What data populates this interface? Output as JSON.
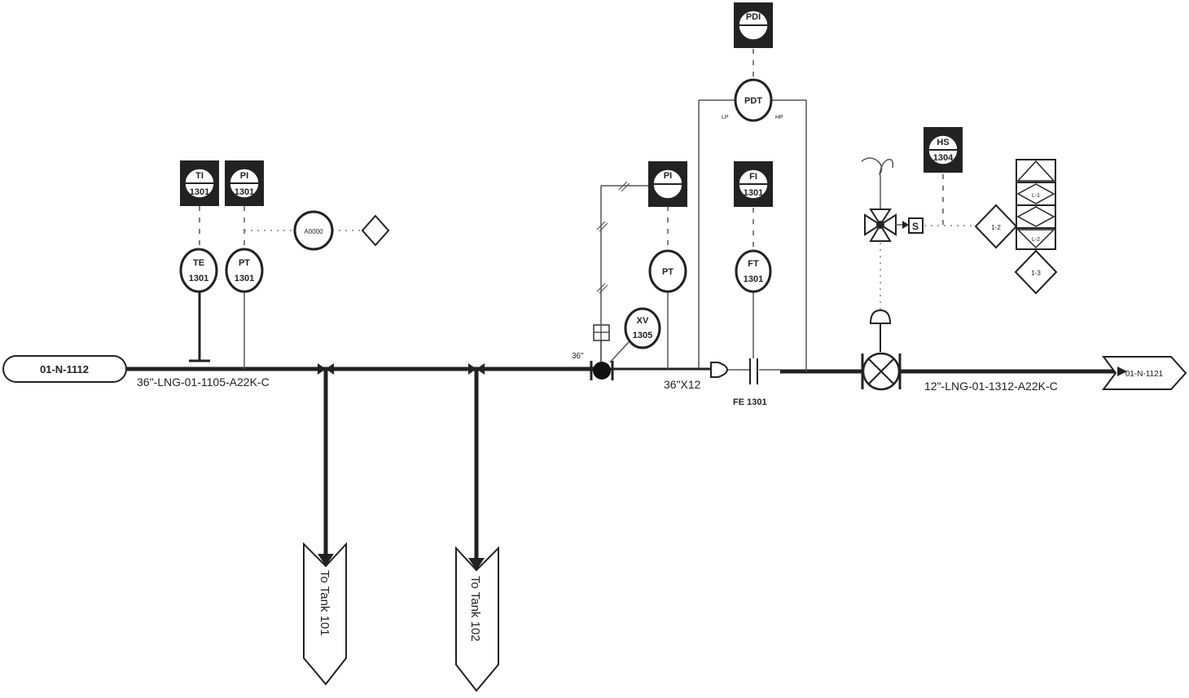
{
  "line_labels": {
    "inlet_pipe": "36\"-LNG-01-1105-A22K-C",
    "outlet_pipe": "12\"-LNG-01-1312-A22K-C",
    "reducer": "36\"X12",
    "valve_size": "36\"",
    "flow_element": "FE 1301"
  },
  "offpage": {
    "inlet": "01-N-1112",
    "outlet": "01-N-1121",
    "tank_101": "To Tank 101",
    "tank_102": "To Tank 102"
  },
  "instruments": {
    "ti": {
      "top": "TI",
      "bottom": "1301"
    },
    "pi_left": {
      "top": "PI",
      "bottom": "1301"
    },
    "te": {
      "top": "TE",
      "bottom": "1301"
    },
    "pt_left": {
      "top": "PT",
      "bottom": "1301"
    },
    "alarm": "A0000",
    "xv": {
      "top": "XV",
      "bottom": "1305"
    },
    "pi_right": "PI",
    "pt_right": "PT",
    "pdi": "PDI",
    "pdt": "PDT",
    "fi": {
      "top": "FI",
      "bottom": "1301"
    },
    "ft": {
      "top": "FT",
      "bottom": "1301"
    },
    "hs": {
      "top": "HS",
      "bottom": "1304"
    },
    "solenoid": "S",
    "logic_left": "1-2",
    "logic_stack": [
      "L-1",
      "L-2"
    ],
    "logic_bottom": "1-3",
    "pdt_signal_left": "LP",
    "pdt_signal_right": "HP"
  }
}
